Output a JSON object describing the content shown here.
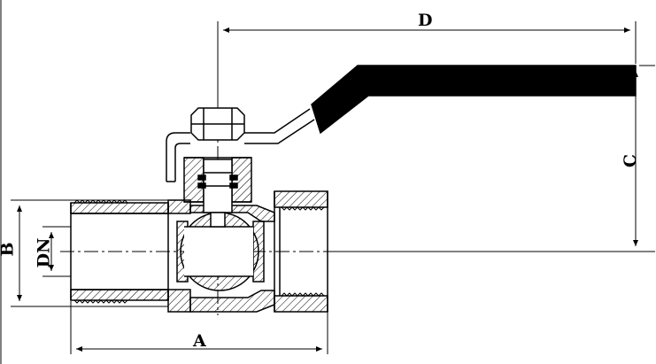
{
  "drawing": {
    "dimensions": {
      "A": "A",
      "B": "B",
      "C": "C",
      "D": "D",
      "DN": "DN"
    },
    "colors": {
      "line": "#000000",
      "handle_fill": "#000000",
      "background": "#ffffff"
    },
    "parts": [
      "male-threaded-end",
      "valve-body",
      "ball",
      "stem",
      "gland-nut",
      "lever-handle",
      "female-threaded-end"
    ]
  }
}
